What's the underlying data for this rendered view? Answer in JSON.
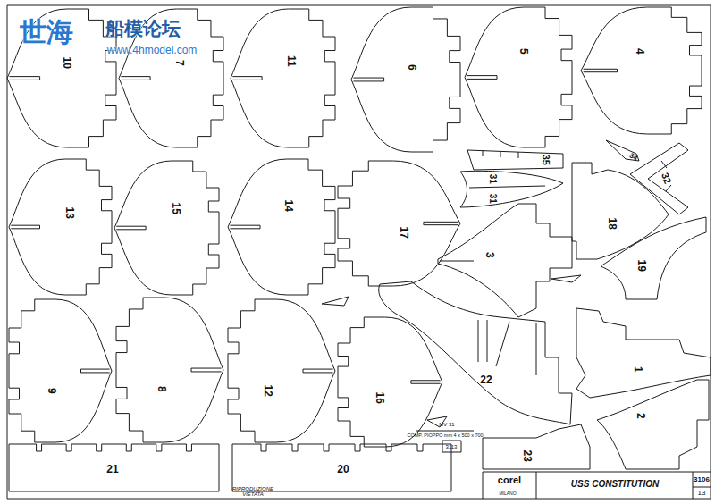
{
  "diagram": {
    "title": "USS CONSTITUTION",
    "labels": [
      "世海",
      "船模论坛",
      "www.4hmodel.com",
      "10",
      "7",
      "11",
      "6",
      "5",
      "4",
      "13",
      "15",
      "14",
      "17",
      "35",
      "31",
      "31",
      "32",
      "34",
      "18",
      "19",
      "3",
      "9",
      "8",
      "12",
      "16",
      "22",
      "1",
      "2",
      "21",
      "20",
      "23",
      "MV 31",
      "COMP. PIOPPO mm 4 x 500 x 700",
      "3113",
      "RIPRODUZIONE VIETATA",
      "corel",
      "MILANO",
      "3106",
      "13"
    ]
  }
}
